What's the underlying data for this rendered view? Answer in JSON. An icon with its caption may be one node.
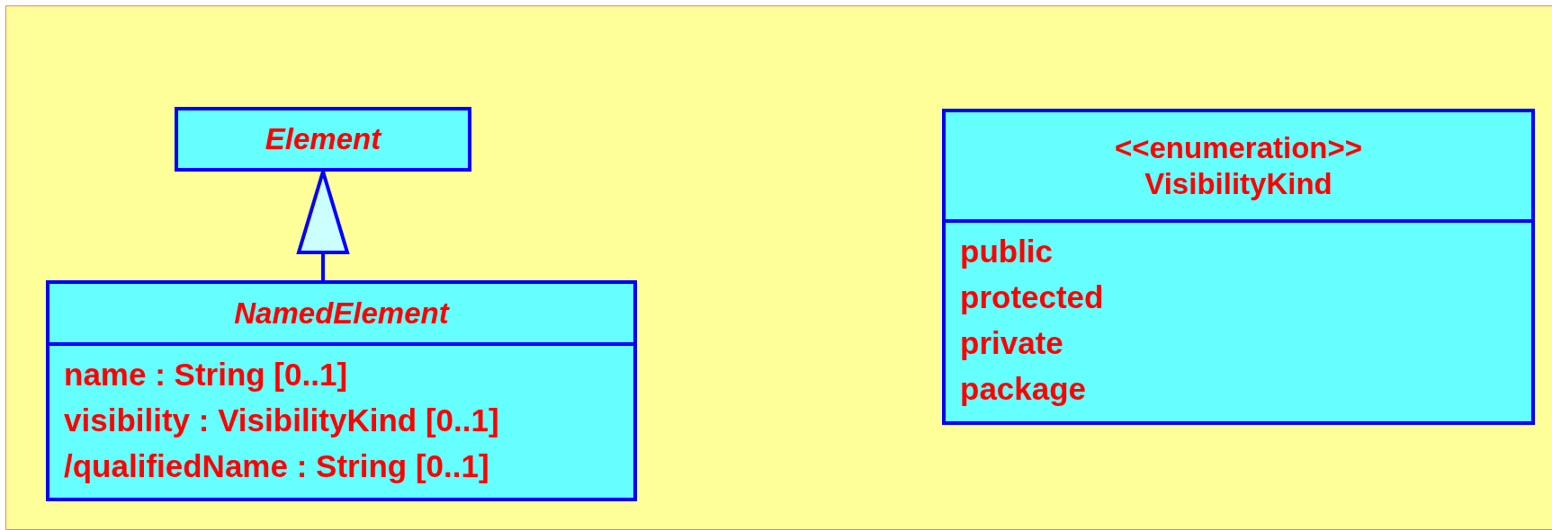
{
  "diagram": {
    "nodes": [
      {
        "text": [
          "Element"
        ]
      },
      {
        "text": [
          "NamedElement",
          "name : String [0..1]",
          "visibility : VisibilityKind [0..1]",
          "/qualifiedName : String [0..1]"
        ]
      },
      {
        "text": [
          "<<enumeration>>",
          "VisibilityKind",
          "public",
          "protected",
          "private",
          "package"
        ]
      }
    ],
    "edges": [
      {
        "from": 1,
        "to": 0,
        "arrow": "to"
      }
    ]
  }
}
